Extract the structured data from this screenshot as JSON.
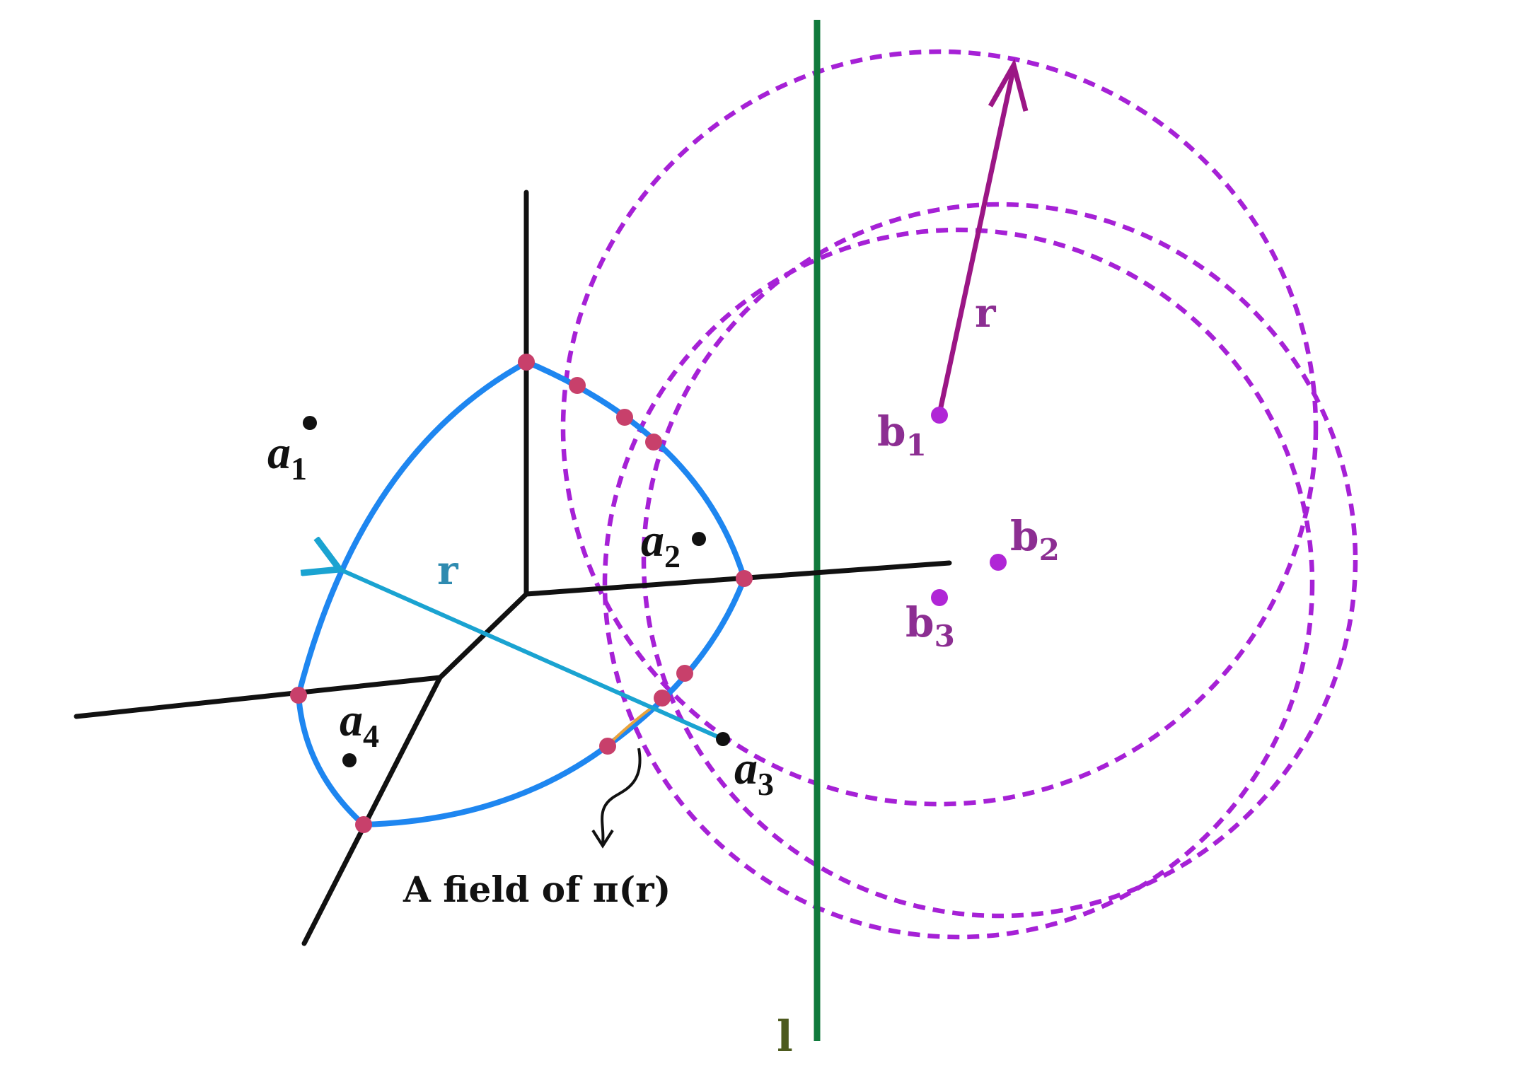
{
  "labels": {
    "a1": {
      "main": "a",
      "sub": "1"
    },
    "a2": {
      "main": "a",
      "sub": "2"
    },
    "a3": {
      "main": "a",
      "sub": "3"
    },
    "a4": {
      "main": "a",
      "sub": "4"
    },
    "b1": {
      "main": "b",
      "sub": "1"
    },
    "b2": {
      "main": "b",
      "sub": "2"
    },
    "b3": {
      "main": "b",
      "sub": "3"
    },
    "r_blue": "r",
    "r_purple": "r",
    "line_l": "l",
    "caption": "A field of π(r)"
  },
  "colors": {
    "green_line": "#107a3c",
    "purple": "#a621d6",
    "purple_text": "#8c2e92",
    "blue_boundary": "#1e86f0",
    "cyan_arrow": "#1aa3d1",
    "intersection_dot": "#c8406b",
    "black": "#111111",
    "purple_arrow": "#9b1685",
    "orange_arc": "#e8a33c",
    "l_text": "#4d5a1e"
  }
}
